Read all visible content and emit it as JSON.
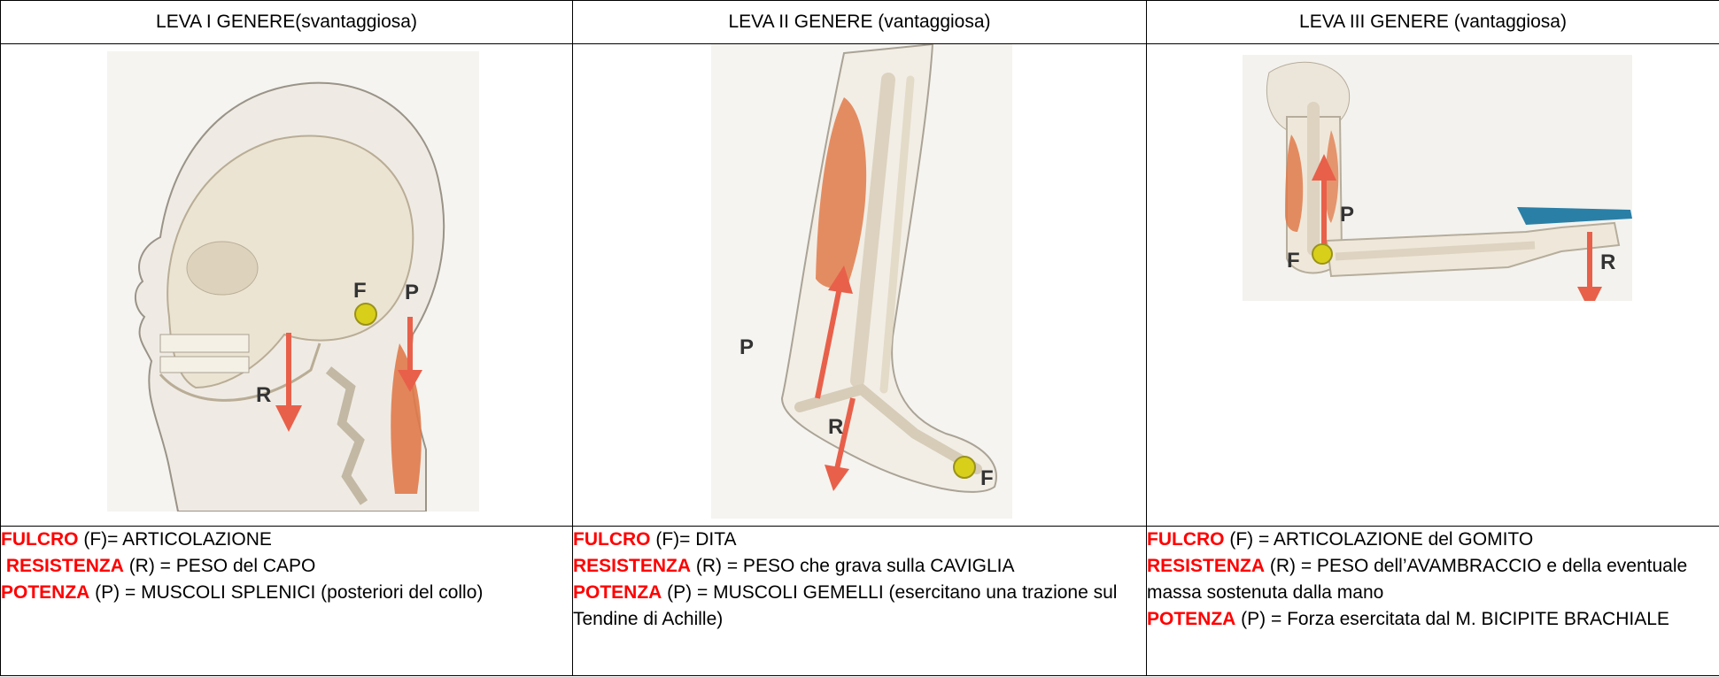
{
  "columns": [
    {
      "header": "LEVA I GENERE(svantaggiosa)",
      "figure_labels": {
        "fulcrum": "F",
        "power": "P",
        "resistance": "R"
      },
      "lines": [
        {
          "keyword": "FULCRO",
          "text": " (F)= ARTICOLAZIONE"
        },
        {
          "keyword": "RESISTENZA",
          "text": " (R) = PESO del CAPO"
        },
        {
          "keyword": "POTENZA",
          "text": " (P) = MUSCOLI SPLENICI (posteriori del collo)"
        }
      ]
    },
    {
      "header": "LEVA  II  GENERE (vantaggiosa)",
      "figure_labels": {
        "fulcrum": "F",
        "power": "P",
        "resistance": "R"
      },
      "lines": [
        {
          "keyword": "FULCRO",
          "text": " (F)= DITA"
        },
        {
          "keyword": "RESISTENZA",
          "text": " (R) = PESO che grava sulla CAVIGLIA"
        },
        {
          "keyword": "POTENZA",
          "text": " (P) = MUSCOLI GEMELLI (esercitano una trazione sul Tendine di Achille)"
        }
      ]
    },
    {
      "header": "LEVA  III  GENERE (vantaggiosa)",
      "figure_labels": {
        "fulcrum": "F",
        "power": "P",
        "resistance": "R"
      },
      "lines": [
        {
          "keyword": "FULCRO",
          "text": " (F) = ARTICOLAZIONE del GOMITO"
        },
        {
          "keyword": "RESISTENZA",
          "text": " (R) = PESO dell’AVAMBRACCIO e della eventuale massa sostenuta dalla mano"
        },
        {
          "keyword": "POTENZA",
          "text": " (P) = Forza esercitata dal M. BICIPITE BRACHIALE"
        }
      ]
    }
  ],
  "colors": {
    "keyword": "#ff0000",
    "arrow": "#e8604a",
    "muscle": "#e07a4a",
    "fulcrum": "#d8cf1a",
    "bone": "#efe8da",
    "outline": "#c9c2b4",
    "figure_bg": "#f3f1ec",
    "weight": "#2a7fa6"
  }
}
